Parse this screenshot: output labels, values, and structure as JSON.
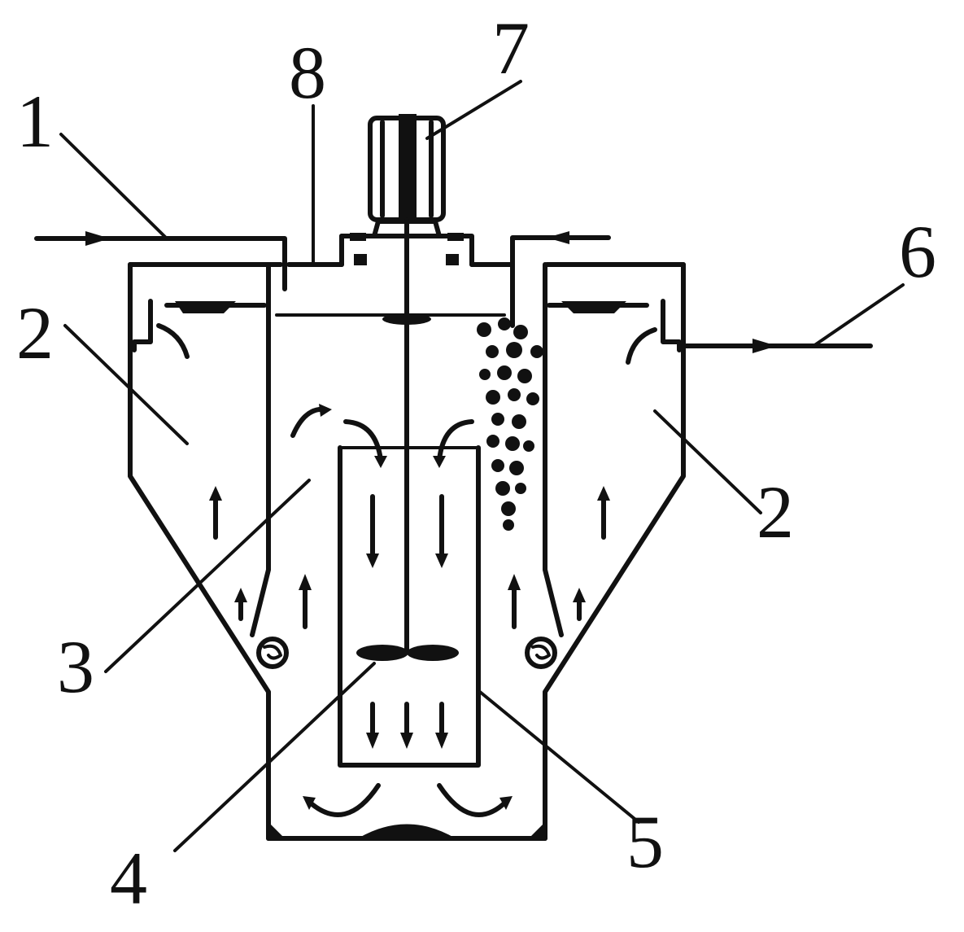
{
  "labels": {
    "n1": "1",
    "n2_left": "2",
    "n2_right": "2",
    "n3": "3",
    "n4": "4",
    "n5": "5",
    "n6": "6",
    "n7": "7",
    "n8": "8"
  },
  "colors": {
    "line": "#111111",
    "background": "#ffffff"
  }
}
